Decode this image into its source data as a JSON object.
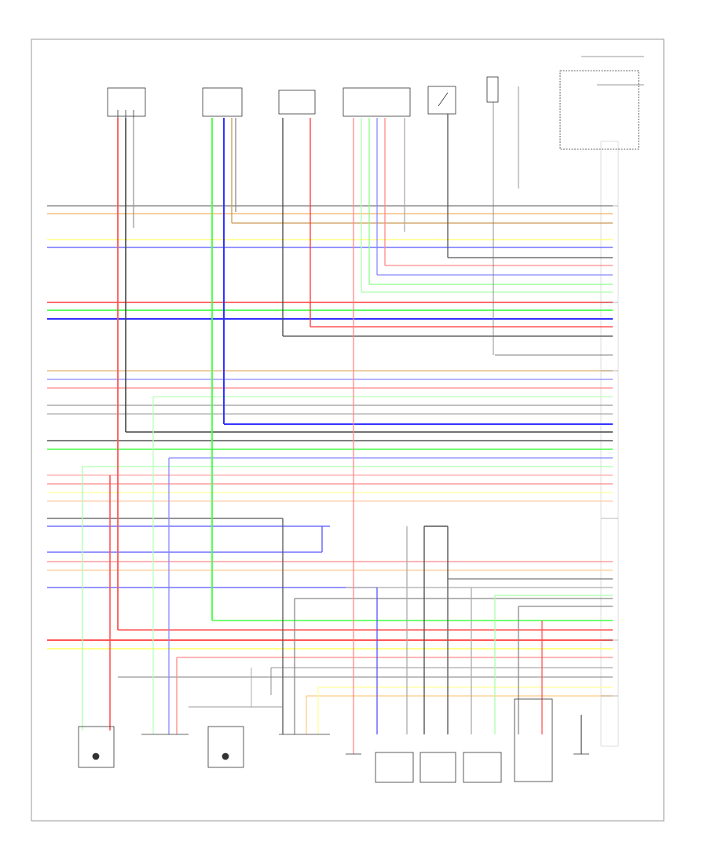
{
  "diagram": {
    "page_number": "",
    "components": [
      {
        "id": "left-front-o2",
        "label": ""
      },
      {
        "id": "right-rear-o2",
        "label": ""
      },
      {
        "id": "top-center-sensor",
        "label": ""
      },
      {
        "id": "sensor-right-top",
        "label": ""
      },
      {
        "id": "switch-top",
        "label": ""
      },
      {
        "id": "fuse-top",
        "label": ""
      },
      {
        "id": "top-right-box",
        "label": ""
      },
      {
        "id": "ecm",
        "label": ""
      },
      {
        "id": "bottom-1",
        "label": ""
      },
      {
        "id": "bottom-2",
        "label": ""
      },
      {
        "id": "bottom-3",
        "label": ""
      },
      {
        "id": "bottom-4",
        "label": ""
      },
      {
        "id": "bottom-5",
        "label": ""
      },
      {
        "id": "bottom-6",
        "label": ""
      },
      {
        "id": "bottom-7",
        "label": ""
      },
      {
        "id": "bottom-8",
        "label": ""
      },
      {
        "id": "bottom-9",
        "label": ""
      },
      {
        "id": "bottom-10",
        "label": ""
      }
    ],
    "colors": {
      "red": "#ff5555",
      "yellow": "#ffff66",
      "blue": "#5555ff",
      "green": "#66ff66",
      "orange": "#f0b060",
      "gray": "#777777",
      "dark": "#333333",
      "pink": "#ffaaaa",
      "light_green": "#aaffaa",
      "light_blue": "#aaaaff",
      "frame": "#999999"
    }
  }
}
